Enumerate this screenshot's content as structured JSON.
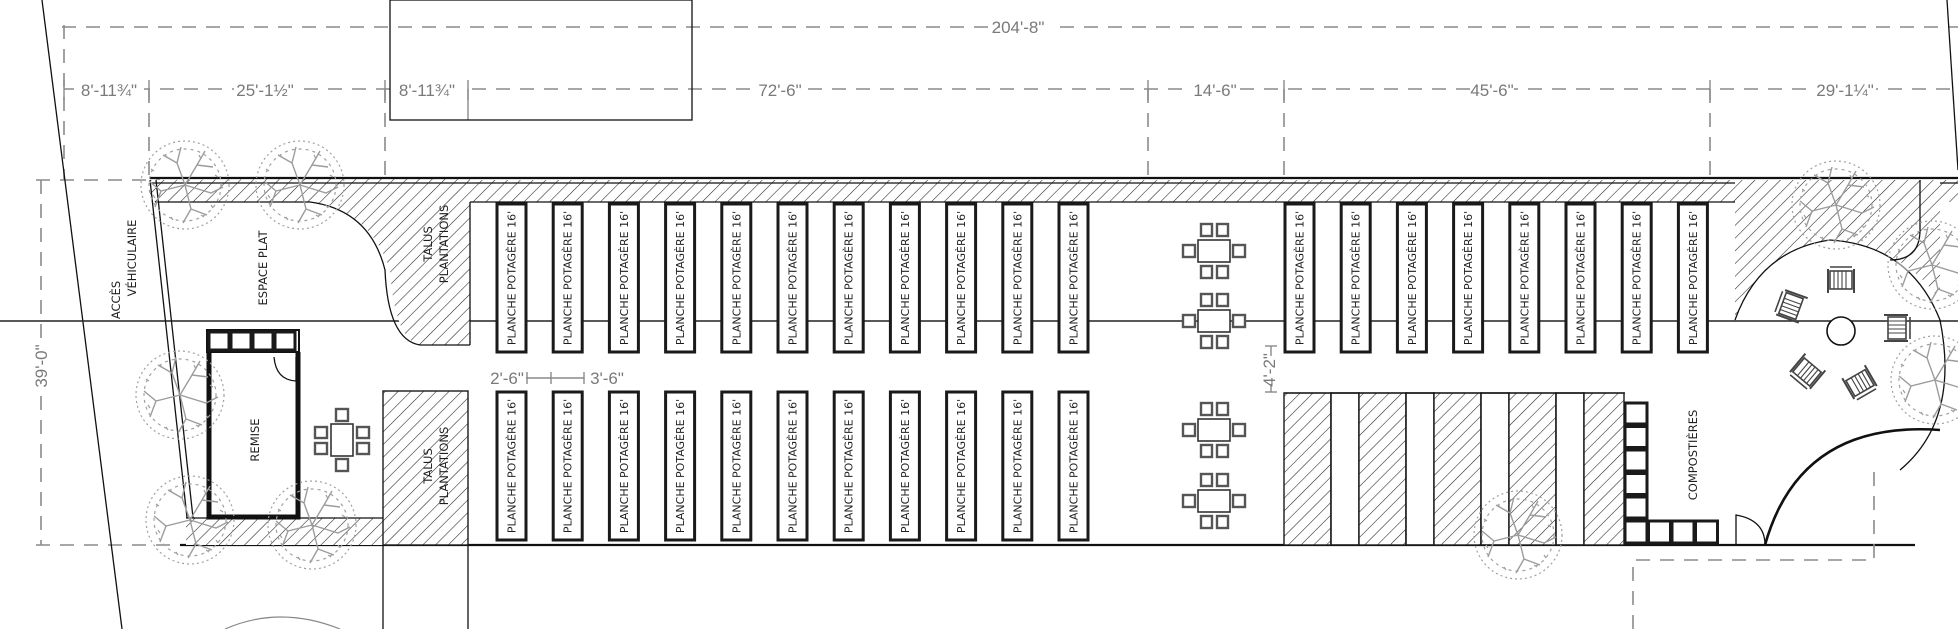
{
  "drawing": {
    "title": "Plan d'aménagement — jardin communautaire",
    "colors": {
      "line": "#111111",
      "dimension": "#8a8a8a",
      "tree": "#9c9c9c",
      "background": "#ffffff"
    },
    "dimensions": {
      "overall_length": "204'-8\"",
      "segments": [
        "8'-11¾\"",
        "25'-1½\"",
        "8'-11¾\"",
        "72'-6\"",
        "14'-6\"",
        "45'-6\"",
        "29'-1¼\""
      ],
      "overall_width": "39'-0\"",
      "bed_width": "2'-6\"",
      "bed_spacing": "3'-6\"",
      "aisle_width": "4'-2\""
    },
    "zones": {
      "vehicle_access": [
        "ACCÈS",
        "VÉHICULAIRE"
      ],
      "flat_space": "ESPACE PLAT",
      "slope_top": [
        "TALUS",
        "PLANTATIONS"
      ],
      "slope_bottom": [
        "TALUS",
        "PLANTATIONS"
      ],
      "shed": "REMISE",
      "composters": "COMPOSTIÈRES"
    },
    "beds": {
      "label": "PLANCHE POTAGÈRE 16'",
      "top_row_west_count": 11,
      "top_row_east_count": 8,
      "bottom_row_count": 11
    },
    "furniture": {
      "picnic_tables_center": 4,
      "picnic_table_patio": 1,
      "adirondack_chairs": 5,
      "fire_pit": 1,
      "composter_bins": 9
    },
    "hatched_plots_bottom_east": 5
  }
}
